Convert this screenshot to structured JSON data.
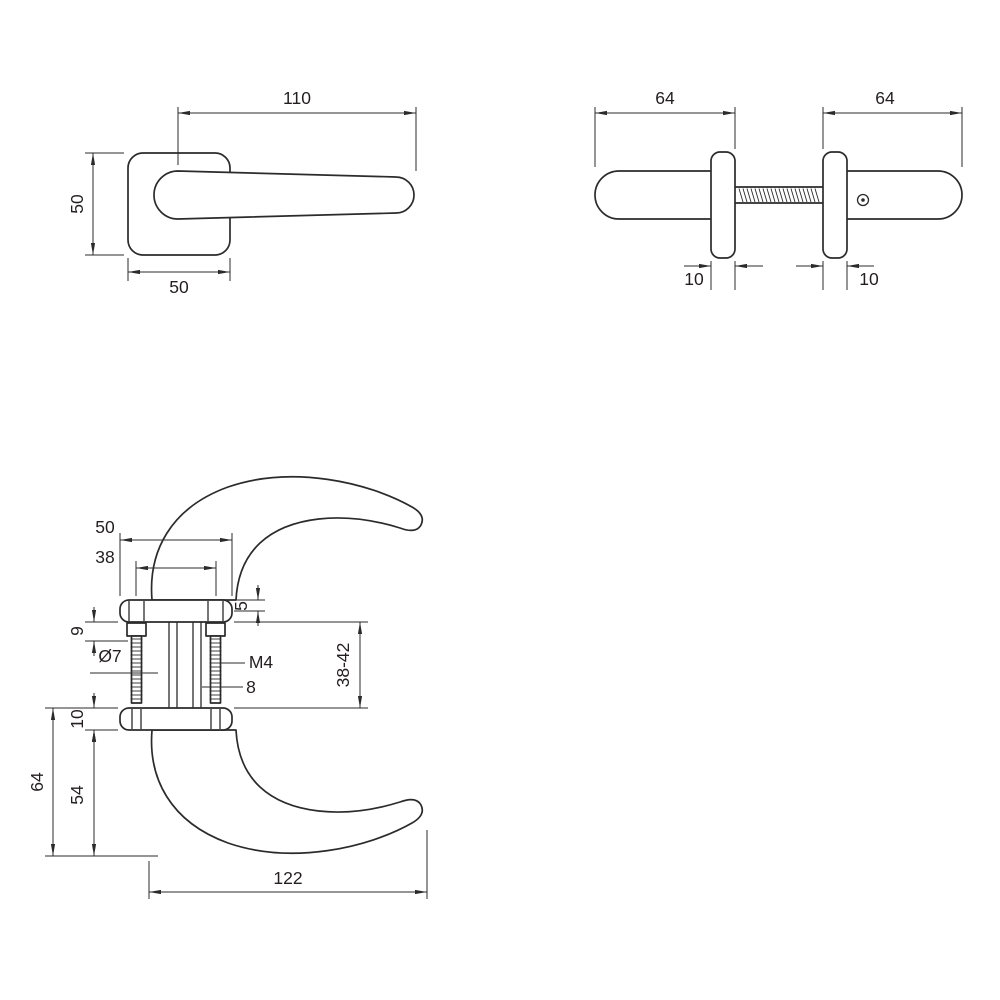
{
  "colors": {
    "line": "#2b2b2b",
    "text": "#231f20",
    "background": "#ffffff"
  },
  "front": {
    "dim_length": "110",
    "dim_height": "50",
    "dim_rosette": "50"
  },
  "side": {
    "dim_left_length": "64",
    "dim_right_length": "64",
    "dim_left_thickness": "10",
    "dim_right_thickness": "10"
  },
  "section": {
    "dim_rosette_width": "50",
    "dim_screw_spacing": "38",
    "dim_lip": "5",
    "dim_neck": "9",
    "dim_screw_diameter": "Ø7",
    "dim_thread": "M4",
    "dim_spindle": "8",
    "dim_door_range": "38-42",
    "dim_plate": "10",
    "dim_drop": "54",
    "dim_total": "64",
    "dim_length": "122"
  }
}
